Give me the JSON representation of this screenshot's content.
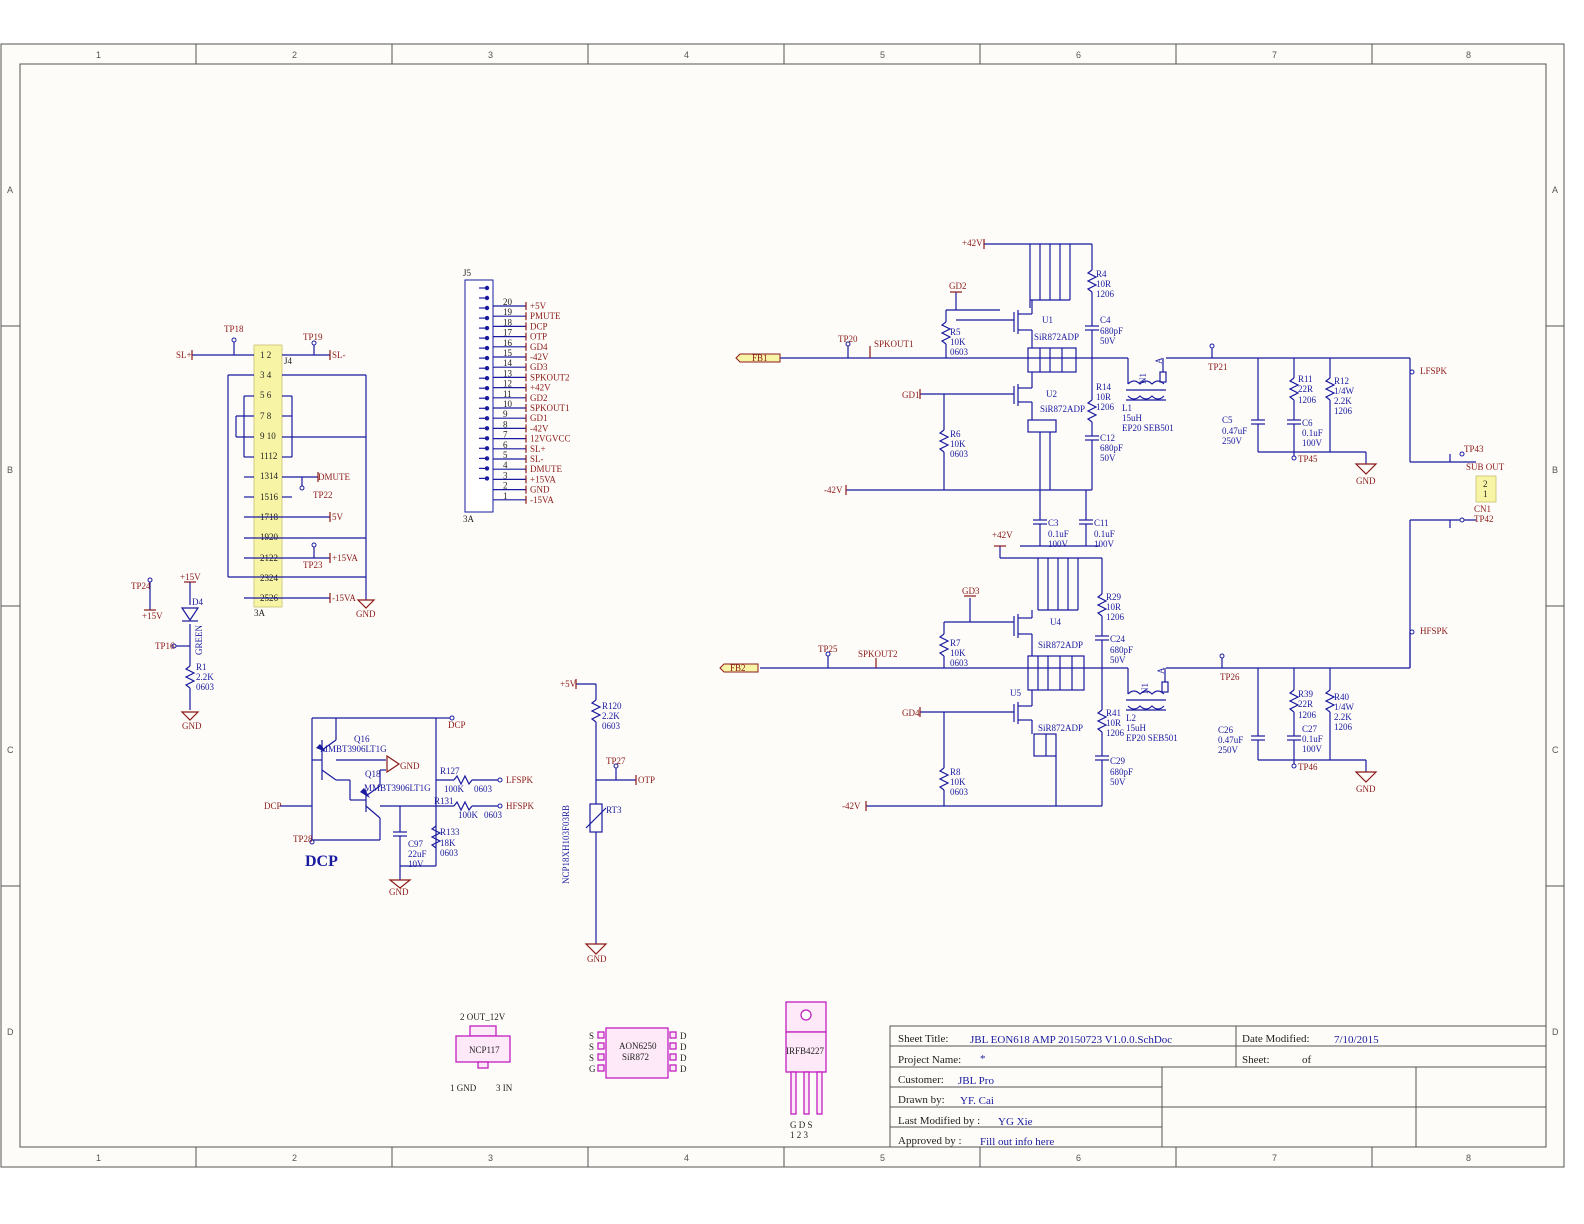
{
  "frame": {
    "columns": [
      "1",
      "2",
      "3",
      "4",
      "5",
      "6",
      "7",
      "8"
    ],
    "rows": [
      "A",
      "B",
      "C",
      "D"
    ]
  },
  "title_block": {
    "sheet_title_label": "Sheet Title:",
    "sheet_title": "JBL EON618 AMP 20150723 V1.0.0.SchDoc",
    "date_label": "Date Modified:",
    "date": "7/10/2015",
    "project_label": "Project Name:",
    "project": "*",
    "sheet_label": "Sheet:",
    "of_label": "of",
    "customer_label": "Customer:",
    "customer": "JBL Pro",
    "drawn_label": "Drawn by:",
    "drawn": "YF. Cai",
    "modified_label": "Last Modified by :",
    "modified": "YG Xie",
    "approved_label": "Approved by :",
    "approved": "Fill out info here"
  },
  "j4": {
    "ref": "J4",
    "variant": "3A",
    "pins": [
      "1  2",
      "3  4",
      "5  6",
      "7  8",
      "9 10",
      "1112",
      "1314",
      "1516",
      "1718",
      "1920",
      "2122",
      "2324",
      "2526"
    ],
    "tp18": "TP18",
    "tp19": "TP19",
    "tp22": "TP22",
    "tp23": "TP23",
    "sl_plus": "SL+",
    "sl_minus": "SL-",
    "dmute": "DMUTE",
    "v5": "5V",
    "p15va": "+15VA",
    "m15va": "-15VA",
    "gnd": "GND"
  },
  "j5": {
    "ref": "J5",
    "variant": "3A",
    "pins": [
      "20",
      "19",
      "18",
      "17",
      "16",
      "15",
      "14",
      "13",
      "12",
      "11",
      "10",
      "9",
      "8",
      "7",
      "6",
      "5",
      "4",
      "3",
      "2",
      "1"
    ],
    "nets": [
      "+5V",
      "PMUTE",
      "DCP",
      "OTP",
      "GD4",
      "-42V",
      "GD3",
      "SPKOUT2",
      "+42V",
      "GD2",
      "SPKOUT1",
      "GD1",
      "-42V",
      "12VGVCC",
      "SL+",
      "SL-",
      "DMUTE",
      "+15VA",
      "GND",
      "-15VA"
    ]
  },
  "led": {
    "tp24": "TP24",
    "p15v_tp": "+15V",
    "p15v": "+15V",
    "ref": "D4",
    "color": "GREEN",
    "tp16": "TP16",
    "r1": "R1",
    "r1v": "2.2K",
    "r1p": "0603",
    "gnd": "GND"
  },
  "dcp": {
    "title": "DCP",
    "q16": "Q16",
    "q16p": "MMBT3906LT1G",
    "q18": "Q18",
    "q18p": "MMBT3906LT1G",
    "gnd1": "GND",
    "gnd2": "GND",
    "dcp_in": "DCP",
    "dcp_out": "DCP",
    "tp28": "TP28",
    "r127": "R127",
    "r127v": "100K",
    "r127p": "0603",
    "lfspk": "LFSPK",
    "r131": "R131",
    "r131v": "100K",
    "r131p": "0603",
    "hfspk": "HFSPK",
    "c97": "C97",
    "c97v": "22uF",
    "c97r": "10V",
    "r133": "R133",
    "r133v": "18K",
    "r133p": "0603"
  },
  "otp": {
    "p5v": "+5V",
    "r120": "R120",
    "r120v": "2.2K",
    "r120p": "0603",
    "tp27": "TP27",
    "otp": "OTP",
    "rt3": "RT3",
    "ntc": "NCP18XH103F03RB",
    "gnd": "GND"
  },
  "amp1": {
    "p42": "+42V",
    "m42": "-42V",
    "gd2": "GD2",
    "gd1": "GD1",
    "fb": "FB1",
    "tp20": "TP20",
    "spkout": "SPKOUT1",
    "u1": "U1",
    "u1p": "SiR872ADP",
    "u2": "U2",
    "u2p": "SiR872ADP",
    "r5": "R5",
    "r5v": "10K",
    "r5p": "0603",
    "r6": "R6",
    "r6v": "10K",
    "r6p": "0603",
    "r4": "R4",
    "r4v": "10R",
    "r4p": "1206",
    "c4": "C4",
    "c4v": "680pF",
    "c4r": "50V",
    "r14": "R14",
    "r14v": "10R",
    "r14p": "1206",
    "c12": "C12",
    "c12v": "680pF",
    "c12r": "50V",
    "l1": "L1",
    "l1v": "15uH",
    "l1p": "EP20 SEB501",
    "n1": "N1",
    "a": "A",
    "tp21": "TP21",
    "lfspk": "LFSPK",
    "c5": "C5",
    "c5v": "0.47uF",
    "c5r": "250V",
    "r11": "R11",
    "r11v": "22R",
    "r11p": "1206",
    "c6": "C6",
    "c6v": "0.1uF",
    "c6r": "100V",
    "r12": "R12",
    "r12w": "1/4W",
    "r12v": "2.2K",
    "r12p": "1206",
    "tp45": "TP45",
    "gnd": "GND"
  },
  "mid": {
    "c3": "C3",
    "c3v": "0.1uF",
    "c3r": "100V",
    "c11": "C11",
    "c11v": "0.1uF",
    "c11r": "100V",
    "tp43": "TP43",
    "sub": "SUB OUT",
    "cn1": "CN1",
    "tp42": "TP42",
    "p2": "2",
    "p1": "1"
  },
  "amp2": {
    "p42": "+42V",
    "m42": "-42V",
    "gd3": "GD3",
    "gd4": "GD4",
    "fb": "FB2",
    "tp25": "TP25",
    "spkout": "SPKOUT2",
    "u4": "U4",
    "u4p": "SiR872ADP",
    "u5": "U5",
    "u5p": "SiR872ADP",
    "r7": "R7",
    "r7v": "10K",
    "r7p": "0603",
    "r8": "R8",
    "r8v": "10K",
    "r8p": "0603",
    "r29": "R29",
    "r29v": "10R",
    "r29p": "1206",
    "c24": "C24",
    "c24v": "680pF",
    "c24r": "50V",
    "r41": "R41",
    "r41v": "10R",
    "r41p": "1206",
    "c29": "C29",
    "c29v": "680pF",
    "c29r": "50V",
    "l2": "L2",
    "l2v": "15uH",
    "l2p": "EP20 SEB501",
    "n1": "N1",
    "a": "A",
    "tp26": "TP26",
    "hfspk": "HFSPK",
    "c26": "C26",
    "c26v": "0.47uF",
    "c26r": "250V",
    "r39": "R39",
    "r39v": "22R",
    "r39p": "1206",
    "c27": "C27",
    "c27v": "0.1uF",
    "c27r": "100V",
    "r40": "R40",
    "r40w": "1/4W",
    "r40v": "2.2K",
    "r40p": "1206",
    "tp46": "TP46",
    "gnd": "GND"
  },
  "parts": {
    "ncp_top": "2 OUT_12V",
    "ncp": "NCP117",
    "ncp_l": "1 GND",
    "ncp_r": "3 IN",
    "aon": "AON6250",
    "sir": "SiR872",
    "s": "S",
    "g": "G",
    "d": "D",
    "irf": "IRFB4227",
    "irf_pins": "G  D  S",
    "irf_nums": "1  2  3"
  },
  "colors": {
    "wire": "#1a1aa0",
    "net": "#8b1a1a",
    "connector": "#f8f4a6",
    "part": "#c020c0"
  }
}
